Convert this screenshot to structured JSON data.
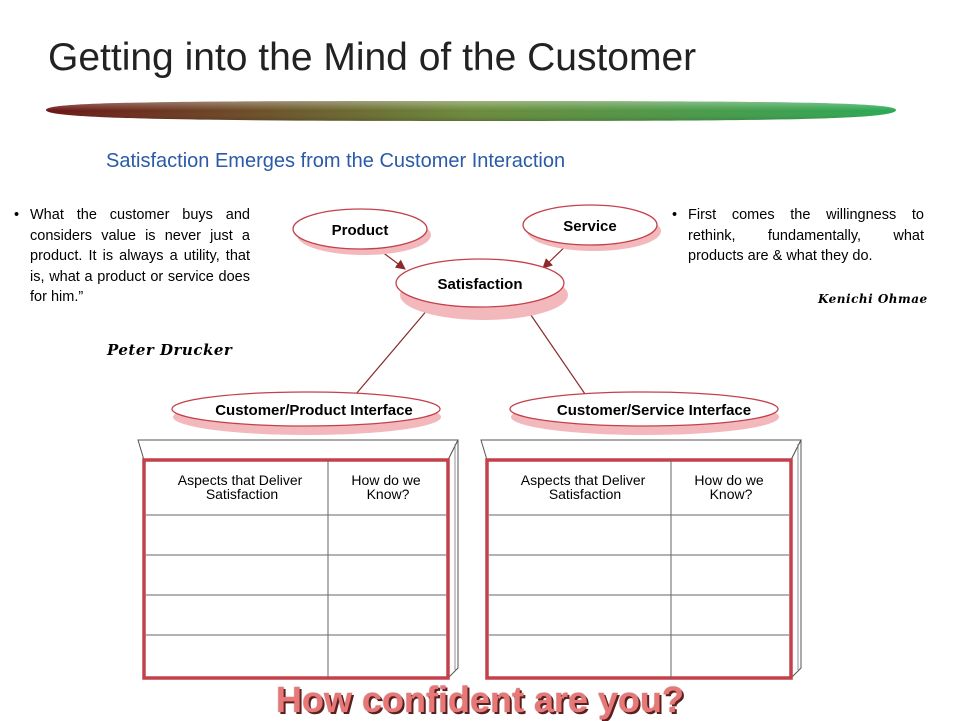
{
  "slide": {
    "title": "Getting into the Mind of the Customer",
    "subtitle": "Satisfaction Emerges from the Customer Interaction",
    "closing_question": "How confident are you?"
  },
  "quotes": {
    "left": {
      "text": "What the customer buys and considers value is never just a product.  It is always a utility, that is, what a product or service does for him.”",
      "author": "Peter Drucker"
    },
    "right": {
      "text": "First comes the willingness to rethink, fundamentally, what products are & what they do.",
      "author": "Kenichi Ohmae"
    }
  },
  "diagram": {
    "nodes": {
      "product": "Product",
      "service": "Service",
      "satisfaction": "Satisfaction",
      "product_interface": "Customer/Product Interface",
      "service_interface": "Customer/Service Interface"
    }
  },
  "tables": {
    "left": {
      "headers": [
        "Aspects that Deliver Satisfaction",
        "How do we Know?"
      ],
      "empty_rows": 4
    },
    "right": {
      "headers": [
        "Aspects that Deliver Satisfaction",
        "How do we Know?"
      ],
      "empty_rows": 4
    }
  },
  "colors": {
    "bar_start": "#6b1414",
    "bar_mid": "#6b8a3a",
    "bar_end": "#2aa854",
    "subtitle": "#2a5aa8",
    "ellipse_shadow": "#f2b8bc",
    "table_frame": "#c4404a",
    "closing_text": "#e87878"
  }
}
